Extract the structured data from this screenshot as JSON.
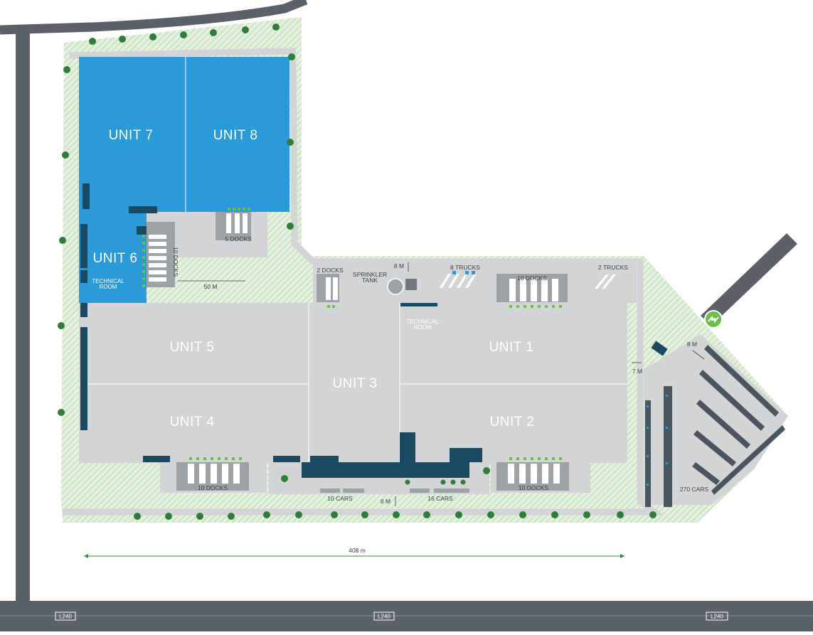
{
  "units": {
    "u7": "UNIT 7",
    "u8": "UNIT 8",
    "u6": "UNIT 6",
    "u5": "UNIT 5",
    "u4": "UNIT 4",
    "u3": "UNIT 3",
    "u1": "UNIT 1",
    "u2": "UNIT 2"
  },
  "labels": {
    "docks_5": "5 DOCKS",
    "docks_10_vertical": "10 DOCKS",
    "technical_room_left_1": "TECHNICAL",
    "technical_room_left_2": "ROOM",
    "distance_50m": "50 M",
    "docks_2": "2 DOCKS",
    "sprinkler_1": "SPRINKLER",
    "sprinkler_2": "TANK",
    "distance_8m_top": "8 M",
    "trucks_8": "8 TRUCKS",
    "docks_10_top": "10 DOCKS",
    "trucks_2": "2 TRUCKS",
    "technical_room_mid_1": "TECHNICAL",
    "technical_room_mid_2": "ROOM",
    "distance_8m_right": "8 M",
    "distance_7m": "7 M",
    "docks_10_bottom_left": "10 DOCKS",
    "docks_10_bottom_right": "10 DOCKS",
    "cars_10": "10 CARS",
    "distance_8m_bottom": "8 M",
    "cars_16": "16 CARS",
    "cars_270": "270 CARS",
    "width_408m": "408 m"
  },
  "road": {
    "name_left": "L240",
    "name_center": "L240",
    "name_right": "L240"
  },
  "colors": {
    "unit_available": "#2a9bd8",
    "unit_occupied": "#d3d4d6",
    "dark_block": "#1a4a63",
    "green_area": "#d9ecd2",
    "tree": "#2e7d3a",
    "road": "#5a6168",
    "measure_line": "#2e8f3f"
  },
  "icons": {
    "entrance": "entrance-arrows-icon"
  }
}
